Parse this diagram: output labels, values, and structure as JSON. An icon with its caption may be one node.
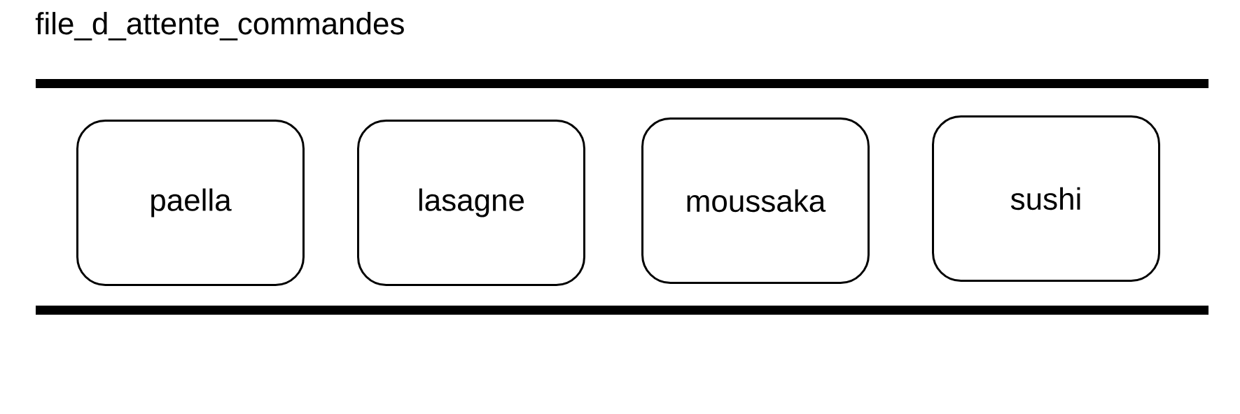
{
  "diagram": {
    "title": "file_d_attente_commandes",
    "nodes": [
      {
        "text": [
          "paella"
        ]
      },
      {
        "text": [
          "lasagne"
        ]
      },
      {
        "text": [
          "moussaka"
        ]
      },
      {
        "text": [
          "sushi"
        ]
      }
    ]
  }
}
